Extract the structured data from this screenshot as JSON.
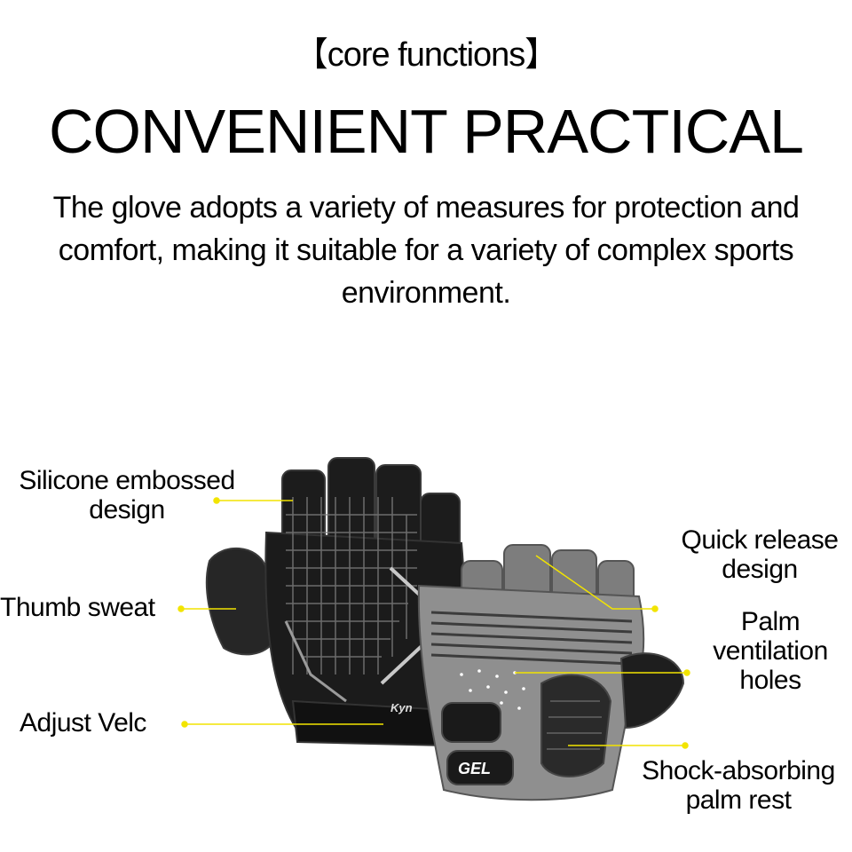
{
  "header": {
    "subtitle": "【core functions】",
    "headline": "CONVENIENT PRACTICAL",
    "description": "The glove adopts a variety of measures for protection and comfort, making it suitable for a variety of complex sports environment."
  },
  "product_image": {
    "back_brand_text": "Kyn",
    "palm_pad_text": "GEL"
  },
  "callouts": {
    "silicone": {
      "line1": "Silicone embossed",
      "line2": "design"
    },
    "thumb": {
      "line1": "Thumb sweat"
    },
    "velc": {
      "line1": "Adjust Velc"
    },
    "quick": {
      "line1": "Quick release",
      "line2": "design"
    },
    "palm_vent": {
      "line1": "Palm",
      "line2": "ventilation",
      "line3": "holes"
    },
    "shock": {
      "line1": "Shock-absorbing",
      "line2": "palm rest"
    }
  },
  "colors": {
    "leader_line": "#f2e400",
    "glove_back": "#1b1b1b",
    "glove_palm": "#8a8a8a"
  }
}
